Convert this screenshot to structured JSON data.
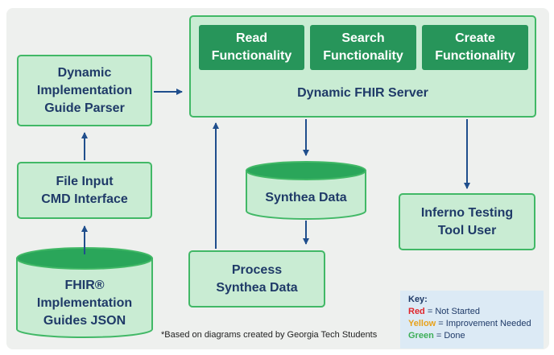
{
  "server": {
    "title": "Dynamic FHIR Server",
    "functions": [
      {
        "line1": "Read",
        "line2": "Functionality"
      },
      {
        "line1": "Search",
        "line2": "Functionality"
      },
      {
        "line1": "Create",
        "line2": "Functionality"
      }
    ]
  },
  "parser": {
    "line1": "Dynamic",
    "line2": "Implementation",
    "line3": "Guide Parser"
  },
  "file_input": {
    "line1": "File Input",
    "line2": "CMD Interface"
  },
  "fhir_guides": {
    "line1": "FHIR®",
    "line2": "Implementation",
    "line3": "Guides JSON"
  },
  "synthea_data": {
    "label": "Synthea Data"
  },
  "process": {
    "line1": "Process",
    "line2": "Synthea Data"
  },
  "inferno": {
    "line1": "Inferno Testing",
    "line2": "Tool User"
  },
  "note": "*Based on diagrams created by Georgia Tech Students",
  "key": {
    "title": "Key:",
    "red_word": "Red",
    "red_text": " = Not Started",
    "yellow_word": "Yellow",
    "yellow_text": " = Improvement Needed",
    "green_word": "Green",
    "green_text": " = Done"
  },
  "colors": {
    "box_fill": "#c9ecd3",
    "box_border": "#41b866",
    "function_fill": "#27955a",
    "cylinder_fill": "#2aa65a",
    "text": "#1f3a68",
    "arrow": "#1f4e8c",
    "key_bg": "#dceaf5"
  }
}
